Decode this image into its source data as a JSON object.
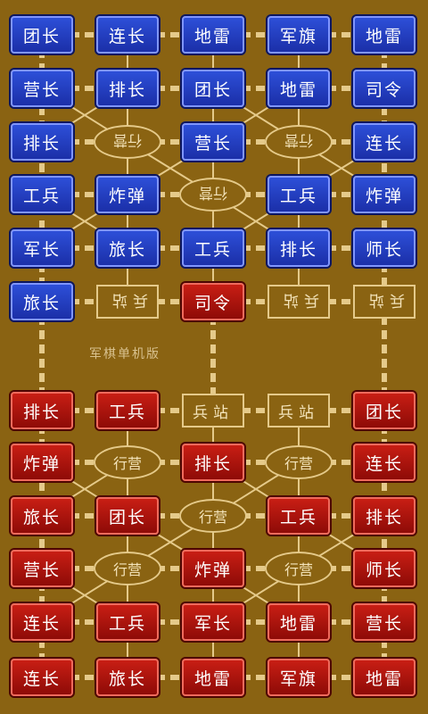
{
  "caption": "军棋单机版",
  "blue_rows": [
    [
      "团长",
      "连长",
      "地雷",
      "军旗",
      "地雷"
    ],
    [
      "营长",
      "排长",
      "团长",
      "地雷",
      "司令"
    ],
    [
      "排长",
      null,
      "营长",
      null,
      "连长"
    ],
    [
      "工兵",
      "炸弹",
      null,
      "工兵",
      "炸弹"
    ],
    [
      "军长",
      "旅长",
      "工兵",
      "排长",
      "师长"
    ],
    [
      "旅长",
      null,
      null,
      null,
      null
    ]
  ],
  "red_rows": [
    [
      "排长",
      "工兵",
      null,
      null,
      "团长"
    ],
    [
      "炸弹",
      null,
      "排长",
      null,
      "连长"
    ],
    [
      "旅长",
      "团长",
      null,
      "工兵",
      "排长"
    ],
    [
      "营长",
      null,
      "炸弹",
      null,
      "师长"
    ],
    [
      "连长",
      "工兵",
      "军长",
      "地雷",
      "营长"
    ],
    [
      "连长",
      "旅长",
      "地雷",
      "军旗",
      "地雷"
    ]
  ],
  "red_special": {
    "row": 5,
    "col": 2,
    "label": "司令"
  },
  "camp_top_label": "行营",
  "camp_bottom_label": "行营",
  "station_top_label": "兵站",
  "station_bottom_label": "兵站",
  "colors": {
    "board": "#8a6312",
    "line": "#e5ca8a",
    "blue": "#1b2fa8",
    "red": "#8e0b07"
  }
}
